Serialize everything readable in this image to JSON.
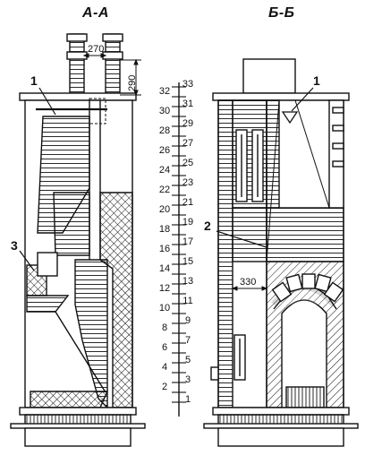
{
  "sections": {
    "left_title": "А-А",
    "right_title": "Б-Б"
  },
  "labels": {
    "left_1": "1",
    "left_3": "3",
    "right_1": "1",
    "right_2": "2"
  },
  "dimensions": {
    "flue_width": "270",
    "chimney_height": "290",
    "right_gap": "330"
  },
  "scale": {
    "left_numbers": [
      "32",
      "30",
      "28",
      "26",
      "24",
      "22",
      "20",
      "18",
      "16",
      "14",
      "12",
      "10",
      "8",
      "6",
      "4",
      "2"
    ],
    "right_numbers": [
      "33",
      "31",
      "29",
      "27",
      "25",
      "23",
      "21",
      "19",
      "17",
      "15",
      "13",
      "11",
      "9",
      "7",
      "5",
      "3",
      "1"
    ]
  }
}
